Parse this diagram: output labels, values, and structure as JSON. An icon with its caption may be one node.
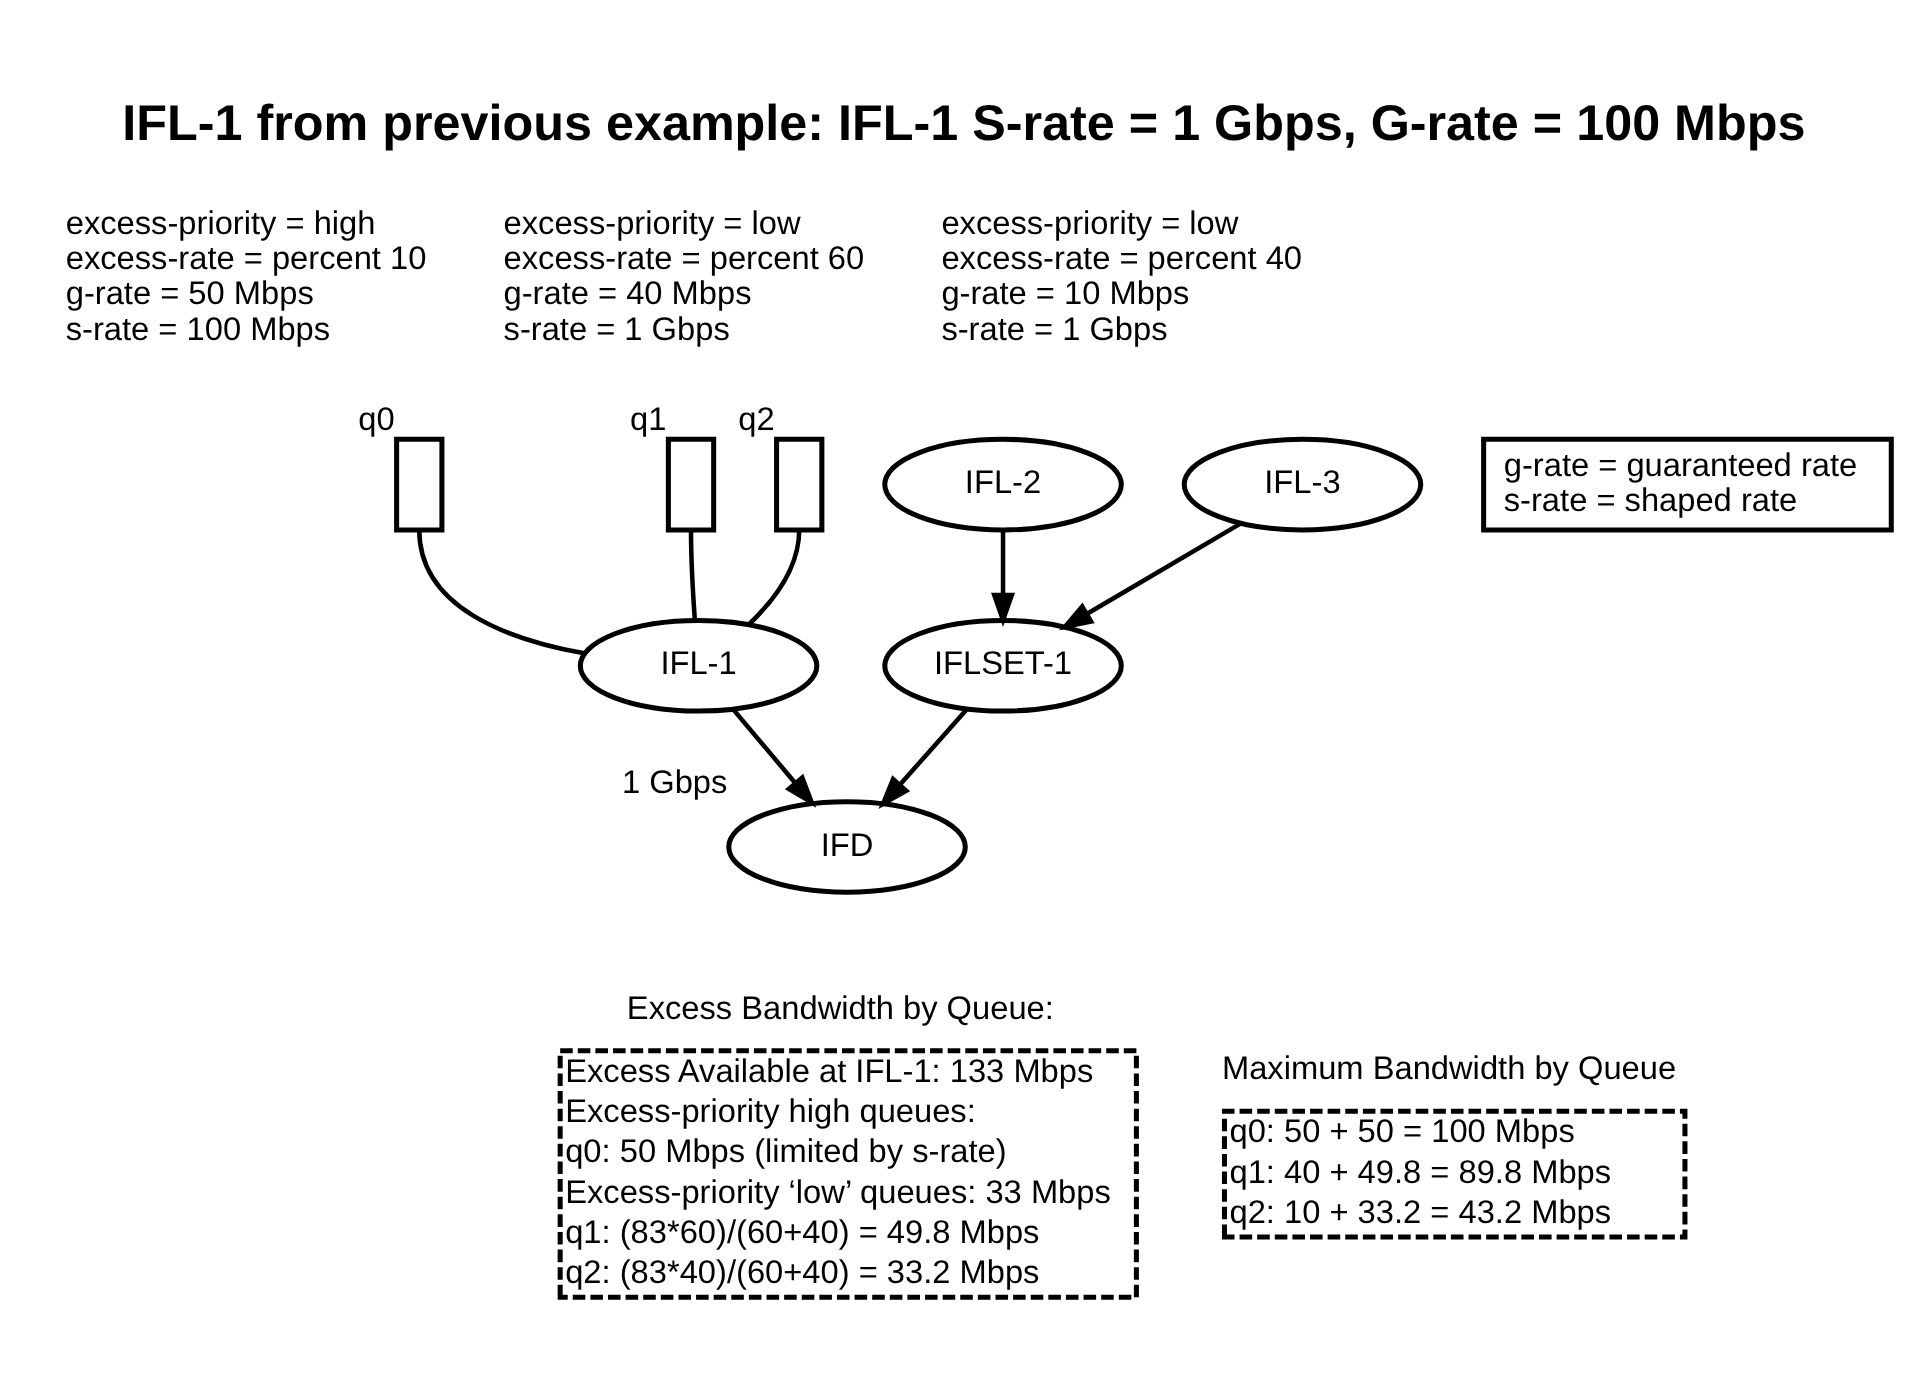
{
  "diagram": {
    "title": "IFL-1 from previous example: IFL-1 S-rate = 1 Gbps, G-rate = 100 Mbps",
    "nodes": [
      {
        "text": [],
        "shape": "box",
        "beside": [
          "excess-priority = high",
          "excess-rate = percent 10",
          "g-rate = 50 Mbps",
          "s-rate = 100 Mbps",
          "q0"
        ]
      },
      {
        "text": [],
        "shape": "box",
        "beside": [
          "excess-priority = low",
          "excess-rate = percent 60",
          "g-rate = 40 Mbps",
          "s-rate = 1 Gbps",
          "q1"
        ]
      },
      {
        "text": [],
        "shape": "box",
        "beside": [
          "excess-priority = low",
          "excess-rate = percent 40",
          "g-rate = 10 Mbps",
          "s-rate = 1 Gbps",
          "q2"
        ]
      },
      {
        "text": [
          "g-rate = guaranteed rate",
          "s-rate = shaped rate"
        ]
      },
      {
        "text": [
          "IFL-2"
        ]
      },
      {
        "text": [
          "IFL-3"
        ]
      },
      {
        "text": [
          "IFL-1"
        ]
      },
      {
        "text": [
          "IFLSET-1"
        ]
      },
      {
        "text": [
          "IFD"
        ],
        "beside": [
          "1 Gbps"
        ]
      },
      {
        "text": [
          "Excess Bandwidth by Queue:",
          "Excess Available at IFL-1: 133 Mbps",
          "Excess-priority high queues:",
          "q0: 50 Mbps (limited by s-rate)",
          "Excess-priority ‘low’ queues: 33 Mbps",
          "q1: (83*60)/(60+40) = 49.8 Mbps",
          "q2: (83*40)/(60+40) = 33.2 Mbps"
        ]
      },
      {
        "text": [
          "Maximum Bandwidth by Queue",
          "q0: 50 + 50 = 100 Mbps",
          "q1: 40 + 49.8 = 89.8 Mbps",
          "q2: 10 + 33.2 = 43.2 Mbps"
        ]
      }
    ],
    "edges": [
      {
        "from": 0,
        "to": 6,
        "arrow": "none"
      },
      {
        "from": 1,
        "to": 6,
        "arrow": "none"
      },
      {
        "from": 2,
        "to": 6,
        "arrow": "none"
      },
      {
        "from": 4,
        "to": 7,
        "arrow": "to"
      },
      {
        "from": 5,
        "to": 7,
        "arrow": "to"
      },
      {
        "from": 6,
        "to": 8,
        "arrow": "to"
      },
      {
        "from": 7,
        "to": 8,
        "arrow": "to"
      }
    ]
  }
}
